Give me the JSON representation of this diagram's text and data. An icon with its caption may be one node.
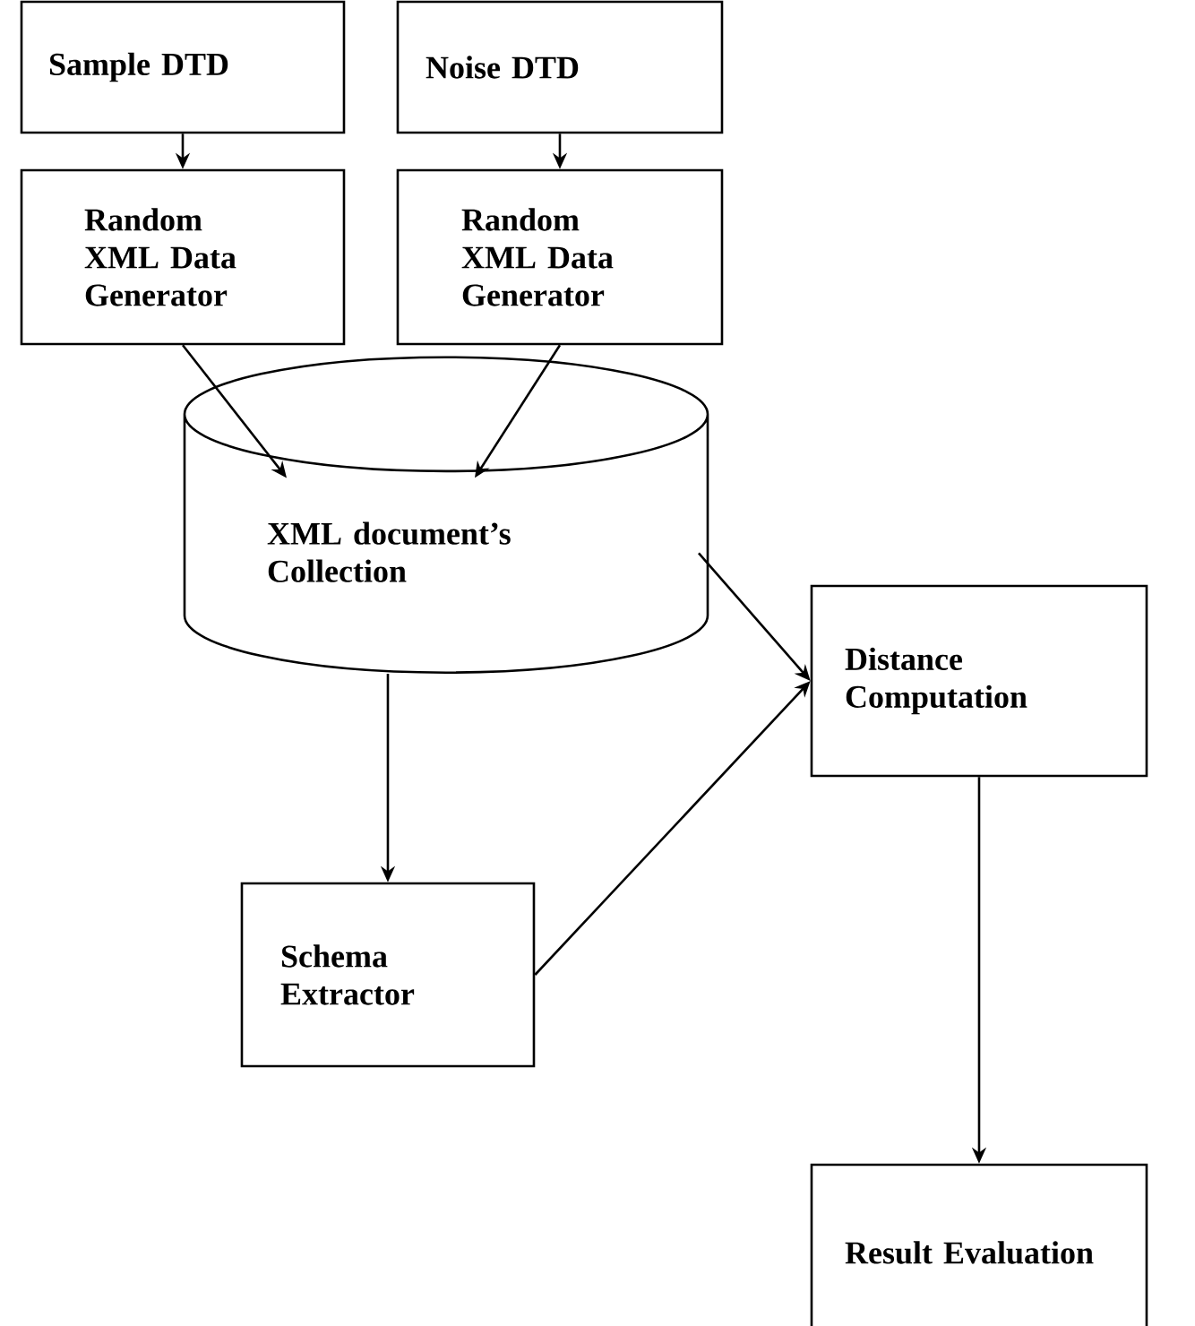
{
  "diagram": {
    "nodes": [
      {
        "text": [
          "Sample DTD"
        ]
      },
      {
        "text": [
          "Noise DTD"
        ]
      },
      {
        "text": [
          "Random XML Data Generator"
        ]
      },
      {
        "text": [
          "Random XML Data Generator"
        ]
      },
      {
        "text": [
          "XML document’s Collection"
        ]
      },
      {
        "text": [
          "Distance Computation"
        ]
      },
      {
        "text": [
          "Schema Extractor"
        ]
      },
      {
        "text": [
          "Result Evaluation"
        ]
      }
    ],
    "edges": [
      {
        "from": 0,
        "to": 2,
        "arrow": "to"
      },
      {
        "from": 1,
        "to": 3,
        "arrow": "to"
      },
      {
        "from": 2,
        "to": 4,
        "arrow": "to"
      },
      {
        "from": 3,
        "to": 4,
        "arrow": "to"
      },
      {
        "from": 4,
        "to": 5,
        "arrow": "to"
      },
      {
        "from": 4,
        "to": 6,
        "arrow": "to"
      },
      {
        "from": 6,
        "to": 5,
        "arrow": "to"
      },
      {
        "from": 5,
        "to": 7,
        "arrow": "to"
      }
    ]
  }
}
